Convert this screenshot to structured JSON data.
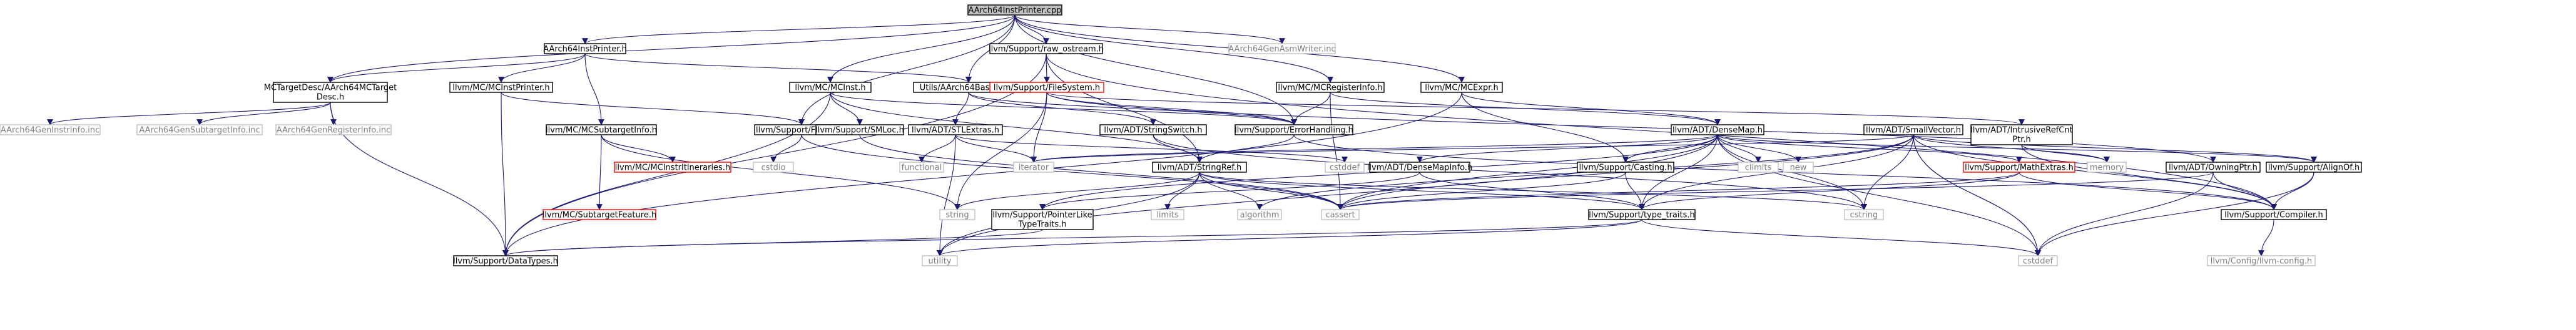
{
  "diagram": {
    "colors": {
      "edge": "#191970",
      "root_fill": "#bfbfbf",
      "node_border": "#000000",
      "red_border": "#ff0000",
      "grey_border": "#bfbfbf",
      "grey_text": "#808080"
    },
    "nodes": [
      {
        "id": "root",
        "lines": [
          "AArch64InstPrinter.cpp"
        ],
        "style": "root"
      },
      {
        "id": "aip_h",
        "lines": [
          "AArch64InstPrinter.h"
        ],
        "style": "normal"
      },
      {
        "id": "raw_ostream",
        "lines": [
          "llvm/Support/raw_ostream.h"
        ],
        "style": "normal"
      },
      {
        "id": "genasm",
        "lines": [
          "AArch64GenAsmWriter.inc"
        ],
        "style": "grey"
      },
      {
        "id": "mctd",
        "lines": [
          "MCTargetDesc/AArch64MCTarget",
          "Desc.h"
        ],
        "style": "normal"
      },
      {
        "id": "mcinstprinter",
        "lines": [
          "llvm/MC/MCInstPrinter.h"
        ],
        "style": "normal"
      },
      {
        "id": "mcinst",
        "lines": [
          "llvm/MC/MCInst.h"
        ],
        "style": "normal"
      },
      {
        "id": "utils",
        "lines": [
          "Utils/AArch64BaseInfo.h"
        ],
        "style": "normal"
      },
      {
        "id": "filesystem",
        "lines": [
          "llvm/Support/FileSystem.h"
        ],
        "style": "red"
      },
      {
        "id": "mcreginfo",
        "lines": [
          "llvm/MC/MCRegisterInfo.h"
        ],
        "style": "normal"
      },
      {
        "id": "mcexpr",
        "lines": [
          "llvm/MC/MCExpr.h"
        ],
        "style": "normal"
      },
      {
        "id": "geninstr",
        "lines": [
          "AArch64GenInstrInfo.inc"
        ],
        "style": "grey"
      },
      {
        "id": "gensubtarget",
        "lines": [
          "AArch64GenSubtargetInfo.inc"
        ],
        "style": "grey"
      },
      {
        "id": "genregister",
        "lines": [
          "AArch64GenRegisterInfo.inc"
        ],
        "style": "grey"
      },
      {
        "id": "mcsubtargetinfo",
        "lines": [
          "llvm/MC/MCSubtargetInfo.h"
        ],
        "style": "normal"
      },
      {
        "id": "format",
        "lines": [
          "llvm/Support/Format.h"
        ],
        "style": "normal"
      },
      {
        "id": "smloc",
        "lines": [
          "llvm/Support/SMLoc.h"
        ],
        "style": "normal"
      },
      {
        "id": "stlextras",
        "lines": [
          "llvm/ADT/STLExtras.h"
        ],
        "style": "normal"
      },
      {
        "id": "stringswitch",
        "lines": [
          "llvm/ADT/StringSwitch.h"
        ],
        "style": "normal"
      },
      {
        "id": "errorhandling",
        "lines": [
          "llvm/Support/ErrorHandling.h"
        ],
        "style": "normal"
      },
      {
        "id": "densemap",
        "lines": [
          "llvm/ADT/DenseMap.h"
        ],
        "style": "normal"
      },
      {
        "id": "smallvector",
        "lines": [
          "llvm/ADT/SmallVector.h"
        ],
        "style": "normal"
      },
      {
        "id": "intrusive",
        "lines": [
          "llvm/ADT/IntrusiveRefCnt",
          "Ptr.h"
        ],
        "style": "normal"
      },
      {
        "id": "mcinstrit",
        "lines": [
          "llvm/MC/MCInstrItineraries.h"
        ],
        "style": "red"
      },
      {
        "id": "cstdio",
        "lines": [
          "cstdio"
        ],
        "style": "grey"
      },
      {
        "id": "functional",
        "lines": [
          "functional"
        ],
        "style": "grey"
      },
      {
        "id": "iterator",
        "lines": [
          "iterator"
        ],
        "style": "grey"
      },
      {
        "id": "stringref",
        "lines": [
          "llvm/ADT/StringRef.h"
        ],
        "style": "normal"
      },
      {
        "id": "cstddef_pre",
        "lines": [
          "cstddef"
        ],
        "style": "grey"
      },
      {
        "id": "densemapinfo",
        "lines": [
          "llvm/ADT/DenseMapInfo.h"
        ],
        "style": "normal"
      },
      {
        "id": "casting",
        "lines": [
          "llvm/Support/Casting.h"
        ],
        "style": "normal"
      },
      {
        "id": "climits",
        "lines": [
          "climits"
        ],
        "style": "grey"
      },
      {
        "id": "new",
        "lines": [
          "new"
        ],
        "style": "grey"
      },
      {
        "id": "mathextras",
        "lines": [
          "llvm/Support/MathExtras.h"
        ],
        "style": "red"
      },
      {
        "id": "memory",
        "lines": [
          "memory"
        ],
        "style": "grey"
      },
      {
        "id": "owningptr",
        "lines": [
          "llvm/ADT/OwningPtr.h"
        ],
        "style": "normal"
      },
      {
        "id": "alignof",
        "lines": [
          "llvm/Support/AlignOf.h"
        ],
        "style": "normal"
      },
      {
        "id": "mcsubtargetfeature",
        "lines": [
          "llvm/MC/SubtargetFeature.h"
        ],
        "style": "red"
      },
      {
        "id": "string",
        "lines": [
          "string"
        ],
        "style": "grey"
      },
      {
        "id": "pointerlike",
        "lines": [
          "llvm/Support/PointerLike",
          "TypeTraits.h"
        ],
        "style": "normal"
      },
      {
        "id": "limits",
        "lines": [
          "limits"
        ],
        "style": "grey"
      },
      {
        "id": "algorithm",
        "lines": [
          "algorithm"
        ],
        "style": "grey"
      },
      {
        "id": "cassert",
        "lines": [
          "cassert"
        ],
        "style": "grey"
      },
      {
        "id": "typetraits",
        "lines": [
          "llvm/Support/type_traits.h"
        ],
        "style": "normal"
      },
      {
        "id": "cstring",
        "lines": [
          "cstring"
        ],
        "style": "grey"
      },
      {
        "id": "compiler",
        "lines": [
          "llvm/Support/Compiler.h"
        ],
        "style": "normal"
      },
      {
        "id": "datatypes",
        "lines": [
          "llvm/Support/DataTypes.h"
        ],
        "style": "normal"
      },
      {
        "id": "utility",
        "lines": [
          "utility"
        ],
        "style": "grey"
      },
      {
        "id": "cstddef",
        "lines": [
          "cstddef"
        ],
        "style": "grey"
      },
      {
        "id": "llvmconfig",
        "lines": [
          "llvm/Config/llvm-config.h"
        ],
        "style": "grey"
      }
    ],
    "edges": [
      [
        "root",
        "aip_h"
      ],
      [
        "root",
        "raw_ostream"
      ],
      [
        "root",
        "genasm"
      ],
      [
        "root",
        "mctd"
      ],
      [
        "root",
        "mcinst"
      ],
      [
        "root",
        "utils"
      ],
      [
        "root",
        "mcreginfo"
      ],
      [
        "root",
        "mcexpr"
      ],
      [
        "root",
        "format"
      ],
      [
        "root",
        "errorhandling"
      ],
      [
        "aip_h",
        "mctd"
      ],
      [
        "aip_h",
        "mcinstprinter"
      ],
      [
        "aip_h",
        "utils"
      ],
      [
        "aip_h",
        "mcsubtargetinfo"
      ],
      [
        "raw_ostream",
        "filesystem"
      ],
      [
        "raw_ostream",
        "datatypes"
      ],
      [
        "raw_ostream",
        "stringref"
      ],
      [
        "raw_ostream",
        "compiler"
      ],
      [
        "mctd",
        "geninstr"
      ],
      [
        "mctd",
        "gensubtarget"
      ],
      [
        "mctd",
        "genregister"
      ],
      [
        "mctd",
        "datatypes"
      ],
      [
        "mcinstprinter",
        "format"
      ],
      [
        "mcinstprinter",
        "datatypes"
      ],
      [
        "mcinst",
        "smloc"
      ],
      [
        "mcinst",
        "stringref"
      ],
      [
        "mcinst",
        "datatypes"
      ],
      [
        "mcinst",
        "errorhandling"
      ],
      [
        "utils",
        "stlextras"
      ],
      [
        "utils",
        "stringswitch"
      ],
      [
        "utils",
        "errorhandling"
      ],
      [
        "filesystem",
        "iterator"
      ],
      [
        "filesystem",
        "errorhandling"
      ],
      [
        "filesystem",
        "intrusive"
      ],
      [
        "filesystem",
        "string"
      ],
      [
        "filesystem",
        "owningptr"
      ],
      [
        "mcreginfo",
        "densemap"
      ],
      [
        "mcreginfo",
        "errorhandling"
      ],
      [
        "mcreginfo",
        "cassert"
      ],
      [
        "mcexpr",
        "densemap"
      ],
      [
        "mcexpr",
        "casting"
      ],
      [
        "mcexpr",
        "datatypes"
      ],
      [
        "mcsubtargetinfo",
        "mcinstrit"
      ],
      [
        "mcsubtargetinfo",
        "mcsubtargetfeature"
      ],
      [
        "mcsubtargetinfo",
        "string"
      ],
      [
        "format",
        "cstdio"
      ],
      [
        "format",
        "cassert"
      ],
      [
        "smloc",
        "cassert"
      ],
      [
        "stlextras",
        "functional"
      ],
      [
        "stlextras",
        "iterator"
      ],
      [
        "stlextras",
        "utility"
      ],
      [
        "stlextras",
        "cstddef_pre"
      ],
      [
        "stringswitch",
        "stringref"
      ],
      [
        "stringswitch",
        "cstring"
      ],
      [
        "errorhandling",
        "stringref"
      ],
      [
        "errorhandling",
        "compiler"
      ],
      [
        "densemap",
        "densemapinfo"
      ],
      [
        "densemap",
        "casting"
      ],
      [
        "densemap",
        "mathextras"
      ],
      [
        "densemap",
        "alignof"
      ],
      [
        "densemap",
        "climits"
      ],
      [
        "densemap",
        "new"
      ],
      [
        "densemap",
        "iterator"
      ],
      [
        "densemap",
        "utility"
      ],
      [
        "densemap",
        "cassert"
      ],
      [
        "densemap",
        "cstddef"
      ],
      [
        "densemap",
        "cstring"
      ],
      [
        "densemap",
        "typetraits"
      ],
      [
        "densemap",
        "pointerlike"
      ],
      [
        "smallvector",
        "alignof"
      ],
      [
        "smallvector",
        "compiler"
      ],
      [
        "smallvector",
        "typetraits"
      ],
      [
        "smallvector",
        "algorithm"
      ],
      [
        "smallvector",
        "cassert"
      ],
      [
        "smallvector",
        "cstddef"
      ],
      [
        "smallvector",
        "cstdlib"
      ],
      [
        "smallvector",
        "cstring"
      ],
      [
        "smallvector",
        "memory"
      ],
      [
        "smallvector",
        "iterator"
      ],
      [
        "intrusive",
        "memory"
      ],
      [
        "intrusive",
        "compiler"
      ],
      [
        "owningptr",
        "compiler"
      ],
      [
        "owningptr",
        "cassert"
      ],
      [
        "owningptr",
        "cstddef"
      ],
      [
        "stringref",
        "typetraits"
      ],
      [
        "stringref",
        "algorithm"
      ],
      [
        "stringref",
        "cassert"
      ],
      [
        "stringref",
        "cstring"
      ],
      [
        "stringref",
        "limits"
      ],
      [
        "stringref",
        "string"
      ],
      [
        "stringref",
        "utility"
      ],
      [
        "densemapinfo",
        "pointerlike"
      ],
      [
        "densemapinfo",
        "typetraits"
      ],
      [
        "casting",
        "typetraits"
      ],
      [
        "casting",
        "cassert"
      ],
      [
        "mathextras",
        "compiler"
      ],
      [
        "mathextras",
        "typetraits"
      ],
      [
        "mathextras",
        "cassert"
      ],
      [
        "alignof",
        "compiler"
      ],
      [
        "alignof",
        "cstddef"
      ],
      [
        "pointerlike",
        "datatypes"
      ],
      [
        "typetraits",
        "datatypes"
      ],
      [
        "typetraits",
        "utility"
      ],
      [
        "typetraits",
        "cstddef"
      ],
      [
        "compiler",
        "llvmconfig"
      ]
    ]
  }
}
